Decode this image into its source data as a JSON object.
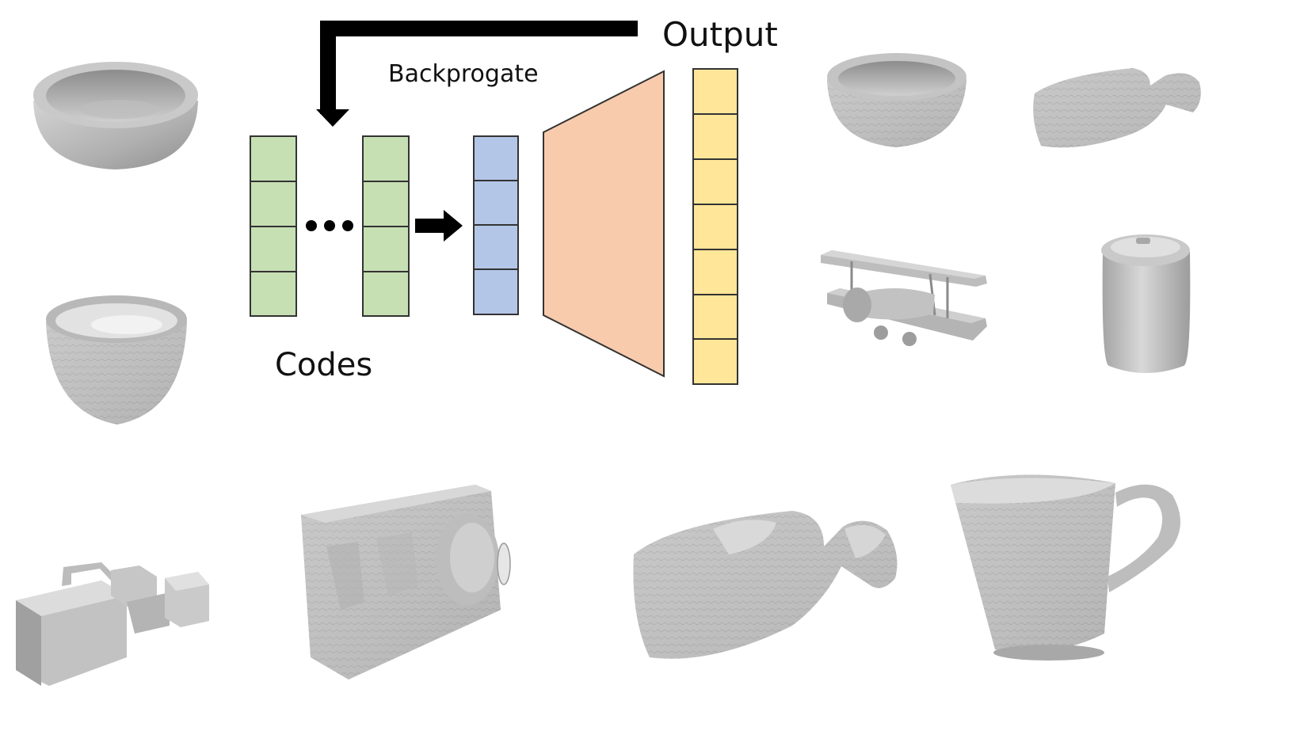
{
  "diagram": {
    "labels": {
      "output": "Output",
      "backpropagate": "Backprogate",
      "codes": "Codes"
    },
    "colors": {
      "code_green": "#c6e0b4",
      "latent_blue": "#b4c6e7",
      "decoder_orange": "#f8cbad",
      "output_yellow": "#ffe699",
      "arrow_black": "#000000",
      "shape_gray": "#b8b8b8"
    },
    "code_vector_cells": 4,
    "latent_vector_cells": 4,
    "output_vector_cells": 7
  },
  "shapes": [
    {
      "name": "bowl",
      "style": "smooth"
    },
    {
      "name": "bowl",
      "style": "voxel"
    },
    {
      "name": "video-camera",
      "style": "smooth"
    },
    {
      "name": "camera",
      "style": "voxel"
    },
    {
      "name": "bag",
      "style": "voxel"
    },
    {
      "name": "mug",
      "style": "voxel"
    },
    {
      "name": "bowl",
      "style": "voxel"
    },
    {
      "name": "bag",
      "style": "voxel"
    },
    {
      "name": "airplane",
      "style": "smooth"
    },
    {
      "name": "can",
      "style": "smooth"
    }
  ]
}
